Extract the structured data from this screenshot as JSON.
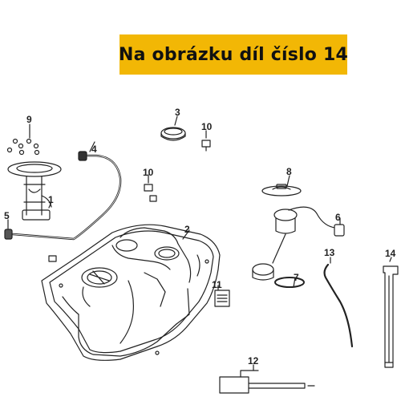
{
  "banner": {
    "text": "Na obrázku díl číslo 14"
  },
  "callouts": {
    "c1": "1",
    "c2": "2",
    "c3": "3",
    "c4": "4",
    "c5": "5",
    "c6": "6",
    "c7": "7",
    "c8": "8",
    "c9": "9",
    "c10a": "10",
    "c10b": "10",
    "c11": "11",
    "c12": "12",
    "c13": "13",
    "c14": "14"
  },
  "colors": {
    "banner": "#f2b705",
    "line": "#222222",
    "highlight_part": "14"
  }
}
